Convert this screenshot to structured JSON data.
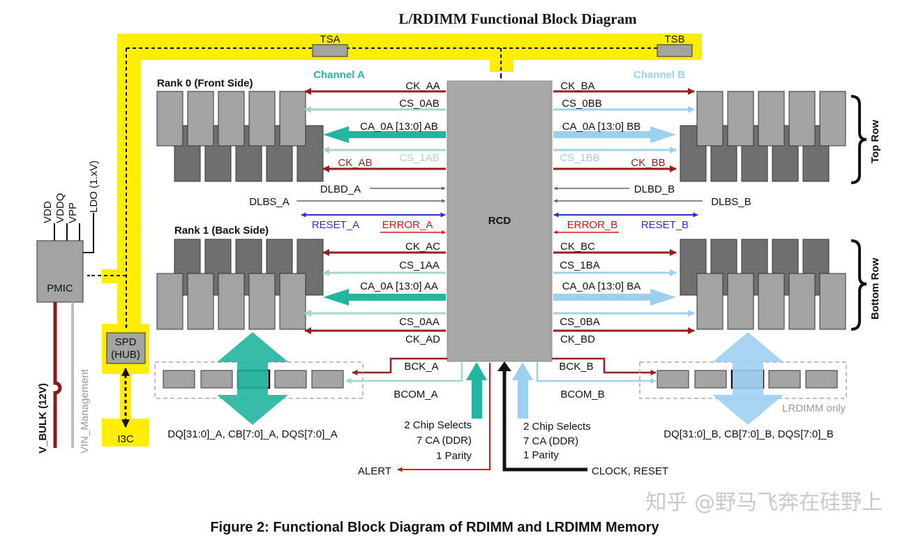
{
  "title": "L/RDIMM  Functional Block Diagram",
  "caption": "Figure 2: Functional Block Diagram of RDIMM and LRDIMM Memory",
  "watermark": "知乎 @野马飞奔在硅野上",
  "colors": {
    "bus": "#ffee00",
    "dark_red": "#9b1c1c",
    "light_teal": "#a7d6c6",
    "teal": "#22b5a0",
    "light_blue": "#9dd0ef",
    "blue": "#2f2fd0",
    "red": "#e01010",
    "gray_arrow": "#666666",
    "chip_light": "#a3a3a3",
    "chip_dark": "#6f6f6f",
    "rcd": "#a8a8a8"
  },
  "channels": {
    "a": "Channel A",
    "b": "Channel B"
  },
  "ranks": {
    "front": "Rank 0 (Front Side)",
    "back": "Rank 1 (Back Side)"
  },
  "rows": {
    "top": "Top Row",
    "bottom": "Bottom Row"
  },
  "blocks": {
    "rcd": "RCD",
    "pmic": "PMIC",
    "spd_1": "SPD",
    "spd_2": "(HUB)",
    "i3c": "I3C",
    "tsa": "TSA",
    "tsb": "TSB"
  },
  "power": {
    "vdd": "VDD",
    "vddq": "VDDQ",
    "vpp": "VPP",
    "ldo": "LDO (1.xV)",
    "vbulk": "V_BULK (12V)",
    "vin": "VIN_Management"
  },
  "signals_a": {
    "ck_aa": "CK_AA",
    "cs_0ab": "CS_0AB",
    "ca_0a_ab": "CA_0A [13:0] AB",
    "cs_1ab": "CS_1AB",
    "ck_ab": "CK_AB",
    "dlbd": "DLBD_A",
    "dlbs": "DLBS_A",
    "reset": "RESET_A",
    "error": "ERROR_A",
    "ck_ac": "CK_AC",
    "cs_1aa": "CS_1AA",
    "ca_0a_aa": "CA_0A [13:0] AA",
    "cs_0aa": "CS_0AA",
    "ck_ad": "CK_AD",
    "bck": "BCK_A",
    "bcom": "BCOM_A"
  },
  "signals_b": {
    "ck_ba": "CK_BA",
    "cs_0bb": "CS_0BB",
    "ca_0a_bb": "CA_0A [13:0] BB",
    "cs_1bb": "CS_1BB",
    "ck_bb": "CK_BB",
    "dlbd": "DLBD_B",
    "dlbs": "DLBS_B",
    "reset": "RESET_B",
    "error": "ERROR_B",
    "ck_bc": "CK_BC",
    "cs_1ba": "CS_1BA",
    "ca_0a_ba": "CA_0A [13:0] BA",
    "cs_0ba": "CS_0BA",
    "ck_bd": "CK_BD",
    "bck": "BCK_B",
    "bcom": "BCOM_B"
  },
  "dq_a": "DQ[31:0]_A, CB[7:0]_A, DQS[7:0]_A",
  "dq_b": "DQ[31:0]_B, CB[7:0]_B, DQS[7:0]_B",
  "lrdimm_only": "LRDIMM only",
  "host_a": [
    "2 Chip Selects",
    "7 CA (DDR)",
    "1 Parity"
  ],
  "host_b": [
    "2 Chip Selects",
    "7 CA (DDR)",
    "1 Parity"
  ],
  "alert": "ALERT",
  "clock_reset": "CLOCK, RESET"
}
